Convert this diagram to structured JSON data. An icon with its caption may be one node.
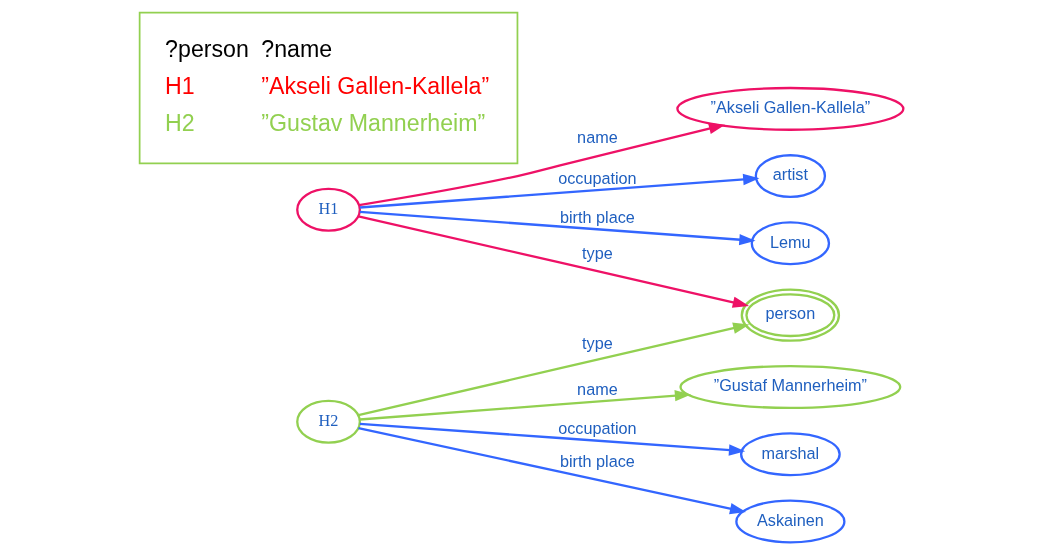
{
  "diagram": {
    "nodes": [
      {
        "text": [
          "person"
        ]
      },
      {
        "text": [
          "H1"
        ]
      },
      {
        "text": [
          "”Akseli Gallen-Kallela”"
        ]
      },
      {
        "text": [
          "artist"
        ]
      },
      {
        "text": [
          "Lemu"
        ]
      },
      {
        "text": [
          "H2"
        ]
      },
      {
        "text": [
          "”Gustaf Mannerheim”"
        ]
      },
      {
        "text": [
          "marshal"
        ]
      },
      {
        "text": [
          "Askainen"
        ]
      },
      {
        "text": [
          "?person",
          "?name",
          "H1",
          "”Akseli Gallen-Kallela”",
          "H2",
          "”Gustav Mannerheim”"
        ]
      }
    ],
    "edges": [
      {
        "from": 1,
        "to": 0,
        "arrow": "to",
        "label": "type",
        "color": "#ee1166"
      },
      {
        "from": 5,
        "to": 0,
        "arrow": "to",
        "label": "type",
        "color": "#92d050"
      },
      {
        "from": 1,
        "to": 2,
        "arrow": "to",
        "label": "name",
        "color": "#ee1166"
      },
      {
        "from": 1,
        "to": 3,
        "arrow": "to",
        "label": "occupation"
      },
      {
        "from": 1,
        "to": 4,
        "arrow": "to",
        "label": "birth place"
      },
      {
        "from": 5,
        "to": 6,
        "arrow": "to",
        "label": "name",
        "color": "#92d050"
      },
      {
        "from": 5,
        "to": 7,
        "arrow": "to",
        "label": "occupation"
      },
      {
        "from": 5,
        "to": 8,
        "arrow": "to",
        "label": "birth place"
      }
    ]
  }
}
